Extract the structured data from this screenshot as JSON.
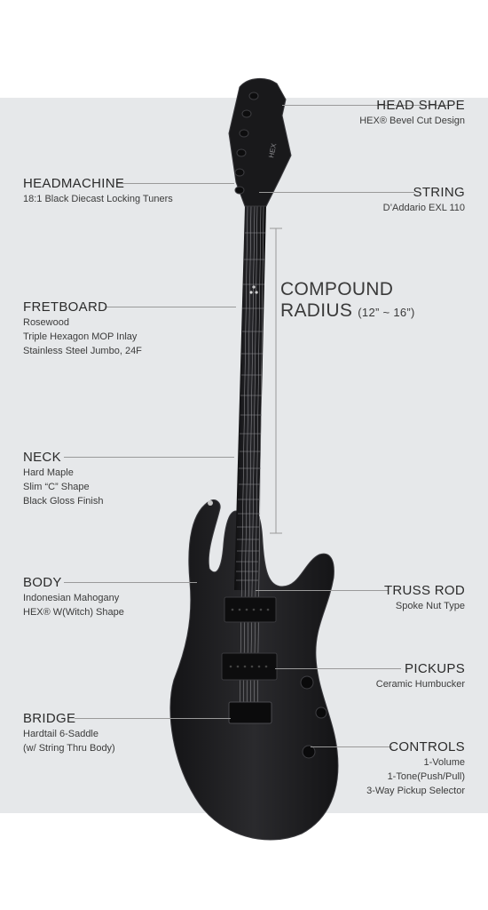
{
  "head_shape": {
    "title": "HEAD SHAPE",
    "lines": [
      "HEX® Bevel Cut Design"
    ]
  },
  "headmachine": {
    "title": "HEADMACHINE",
    "lines": [
      "18:1 Black Diecast Locking Tuners"
    ]
  },
  "string": {
    "title": "STRING",
    "lines": [
      "D’Addario EXL 110"
    ]
  },
  "compound_radius": {
    "line1": "COMPOUND",
    "line2": "RADIUS",
    "range": "(12” ~ 16”)"
  },
  "fretboard": {
    "title": "FRETBOARD",
    "lines": [
      "Rosewood",
      "Triple Hexagon MOP Inlay",
      "Stainless Steel Jumbo, 24F"
    ]
  },
  "neck": {
    "title": "NECK",
    "lines": [
      "Hard Maple",
      "Slim “C” Shape",
      "Black Gloss Finish"
    ]
  },
  "body": {
    "title": "BODY",
    "lines": [
      "Indonesian Mahogany",
      "HEX® W(Witch) Shape"
    ]
  },
  "truss_rod": {
    "title": "TRUSS ROD",
    "lines": [
      "Spoke Nut Type"
    ]
  },
  "pickups": {
    "title": "PICKUPS",
    "lines": [
      "Ceramic Humbucker"
    ]
  },
  "bridge": {
    "title": "BRIDGE",
    "lines": [
      "Hardtail 6-Saddle",
      "(w/ String Thru Body)"
    ]
  },
  "controls": {
    "title": "CONTROLS",
    "lines": [
      "1-Volume",
      "1-Tone(Push/Pull)",
      "3-Way Pickup Selector"
    ]
  },
  "headstock_logo": "HEX",
  "colors": {
    "panel": "#e6e8ea",
    "guitar": "#1c1c1e",
    "leader": "#9a9a9a",
    "text": "#3a3a3a"
  }
}
